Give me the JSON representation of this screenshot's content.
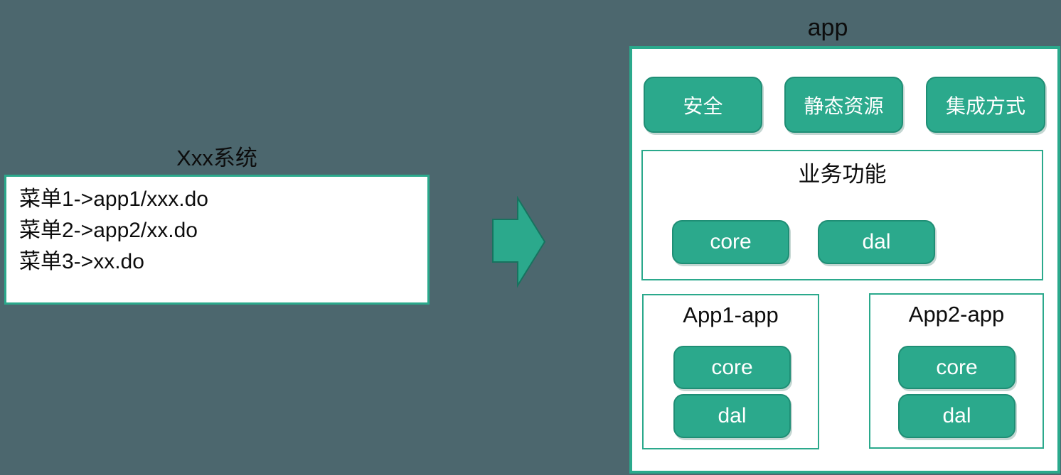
{
  "colors": {
    "background": "#4C676E",
    "panel_fill": "#FFFFFF",
    "accent_green": "#2BA98C",
    "accent_green_border": "#1F8E75",
    "box_border_green": "#2BA98C",
    "text_dark": "#0D0D0D",
    "text_light": "#FFFFFF"
  },
  "left_system": {
    "title": "Xxx系统",
    "menu_lines": [
      "菜单1->app1/xxx.do",
      "菜单2->app2/xx.do",
      "菜单3->xx.do"
    ]
  },
  "arrow": {
    "direction": "right"
  },
  "app_panel": {
    "title": "app",
    "top_buttons": [
      {
        "label": "安全"
      },
      {
        "label": "静态资源"
      },
      {
        "label": "集成方式"
      }
    ],
    "business_box": {
      "title": "业务功能",
      "modules": [
        {
          "label": "core"
        },
        {
          "label": "dal"
        }
      ]
    },
    "sub_apps": [
      {
        "title": "App1-app",
        "modules": [
          {
            "label": "core"
          },
          {
            "label": "dal"
          }
        ]
      },
      {
        "title": "App2-app",
        "modules": [
          {
            "label": "core"
          },
          {
            "label": "dal"
          }
        ]
      }
    ]
  }
}
